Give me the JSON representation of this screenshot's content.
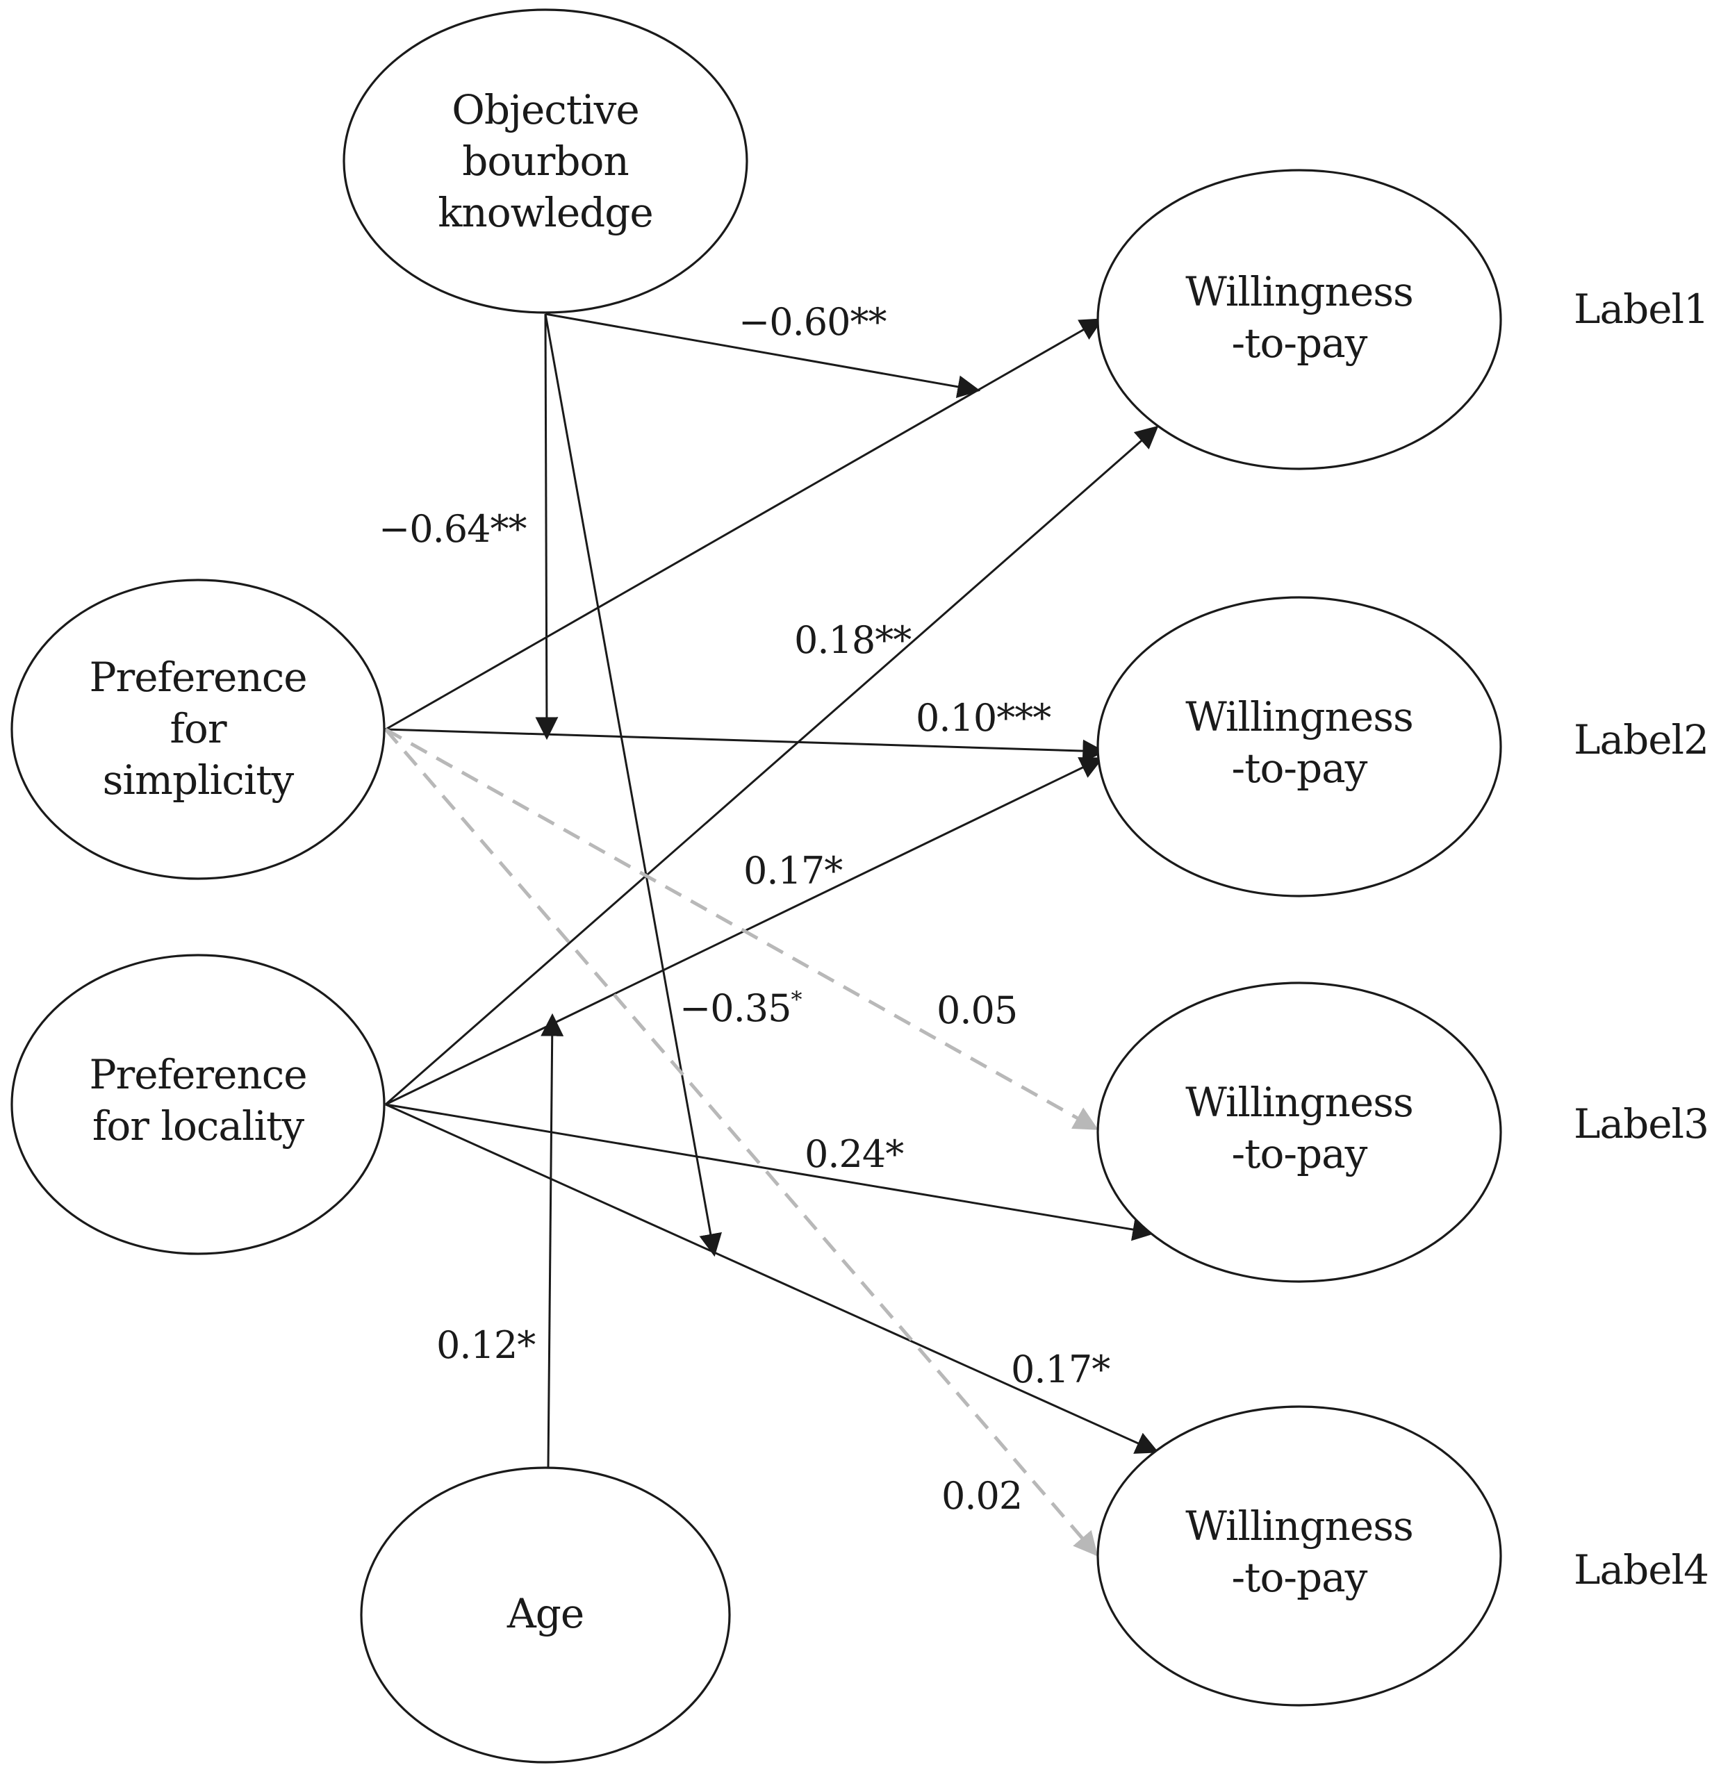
{
  "diagram": {
    "nodes": {
      "knowledge": {
        "lines": [
          "Objective",
          "bourbon",
          "knowledge"
        ]
      },
      "simplicity": {
        "lines": [
          "Preference",
          "for",
          "simplicity"
        ]
      },
      "locality": {
        "lines": [
          "Preference",
          "for locality"
        ]
      },
      "age": {
        "lines": [
          "Age"
        ]
      },
      "wtp1": {
        "lines": [
          "Willingness",
          "-to-pay"
        ]
      },
      "wtp2": {
        "lines": [
          "Willingness",
          "-to-pay"
        ]
      },
      "wtp3": {
        "lines": [
          "Willingness",
          "-to-pay"
        ]
      },
      "wtp4": {
        "lines": [
          "Willingness",
          "-to-pay"
        ]
      }
    },
    "side_labels": {
      "wtp1": "Label1",
      "wtp2": "Label2",
      "wtp3": "Label3",
      "wtp4": "Label4"
    },
    "edges": [
      {
        "id": "knowledge-to-edge-simplicity-wtp1",
        "from": "knowledge",
        "to": "edge:simplicity-wtp1",
        "style": "solid",
        "label": "−0.60",
        "stars": "**"
      },
      {
        "id": "knowledge-to-edge-simplicity-wtp2",
        "from": "knowledge",
        "to": "edge:simplicity-wtp2",
        "style": "solid",
        "label": "−0.64",
        "stars": "**"
      },
      {
        "id": "knowledge-to-edge-locality-wtp4",
        "from": "knowledge",
        "to": "edge:locality-wtp4",
        "style": "solid",
        "label": "−0.35",
        "stars": "*"
      },
      {
        "id": "age-to-edge-locality-wtp2",
        "from": "age",
        "to": "edge:locality-wtp2",
        "style": "solid",
        "label": "0.12",
        "stars": "*"
      },
      {
        "id": "simplicity-wtp1",
        "from": "simplicity",
        "to": "wtp1",
        "style": "solid",
        "label": "",
        "stars": ""
      },
      {
        "id": "simplicity-wtp2",
        "from": "simplicity",
        "to": "wtp2",
        "style": "solid",
        "label": "0.10",
        "stars": "***"
      },
      {
        "id": "simplicity-wtp3",
        "from": "simplicity",
        "to": "wtp3",
        "style": "dashed",
        "label": "0.05",
        "stars": ""
      },
      {
        "id": "simplicity-wtp4",
        "from": "simplicity",
        "to": "wtp4",
        "style": "dashed",
        "label": "0.02",
        "stars": ""
      },
      {
        "id": "locality-wtp1",
        "from": "locality",
        "to": "wtp1",
        "style": "solid",
        "label": "0.18",
        "stars": "**"
      },
      {
        "id": "locality-wtp2",
        "from": "locality",
        "to": "wtp2",
        "style": "solid",
        "label": "0.17",
        "stars": "*"
      },
      {
        "id": "locality-wtp3",
        "from": "locality",
        "to": "wtp3",
        "style": "solid",
        "label": "0.24",
        "stars": "*"
      },
      {
        "id": "locality-wtp4",
        "from": "locality",
        "to": "wtp4",
        "style": "solid",
        "label": "0.17",
        "stars": "*"
      }
    ],
    "colors": {
      "ink": "#1a1a1a",
      "nonsignificant": "#b8b8b8",
      "background": "#ffffff"
    }
  }
}
